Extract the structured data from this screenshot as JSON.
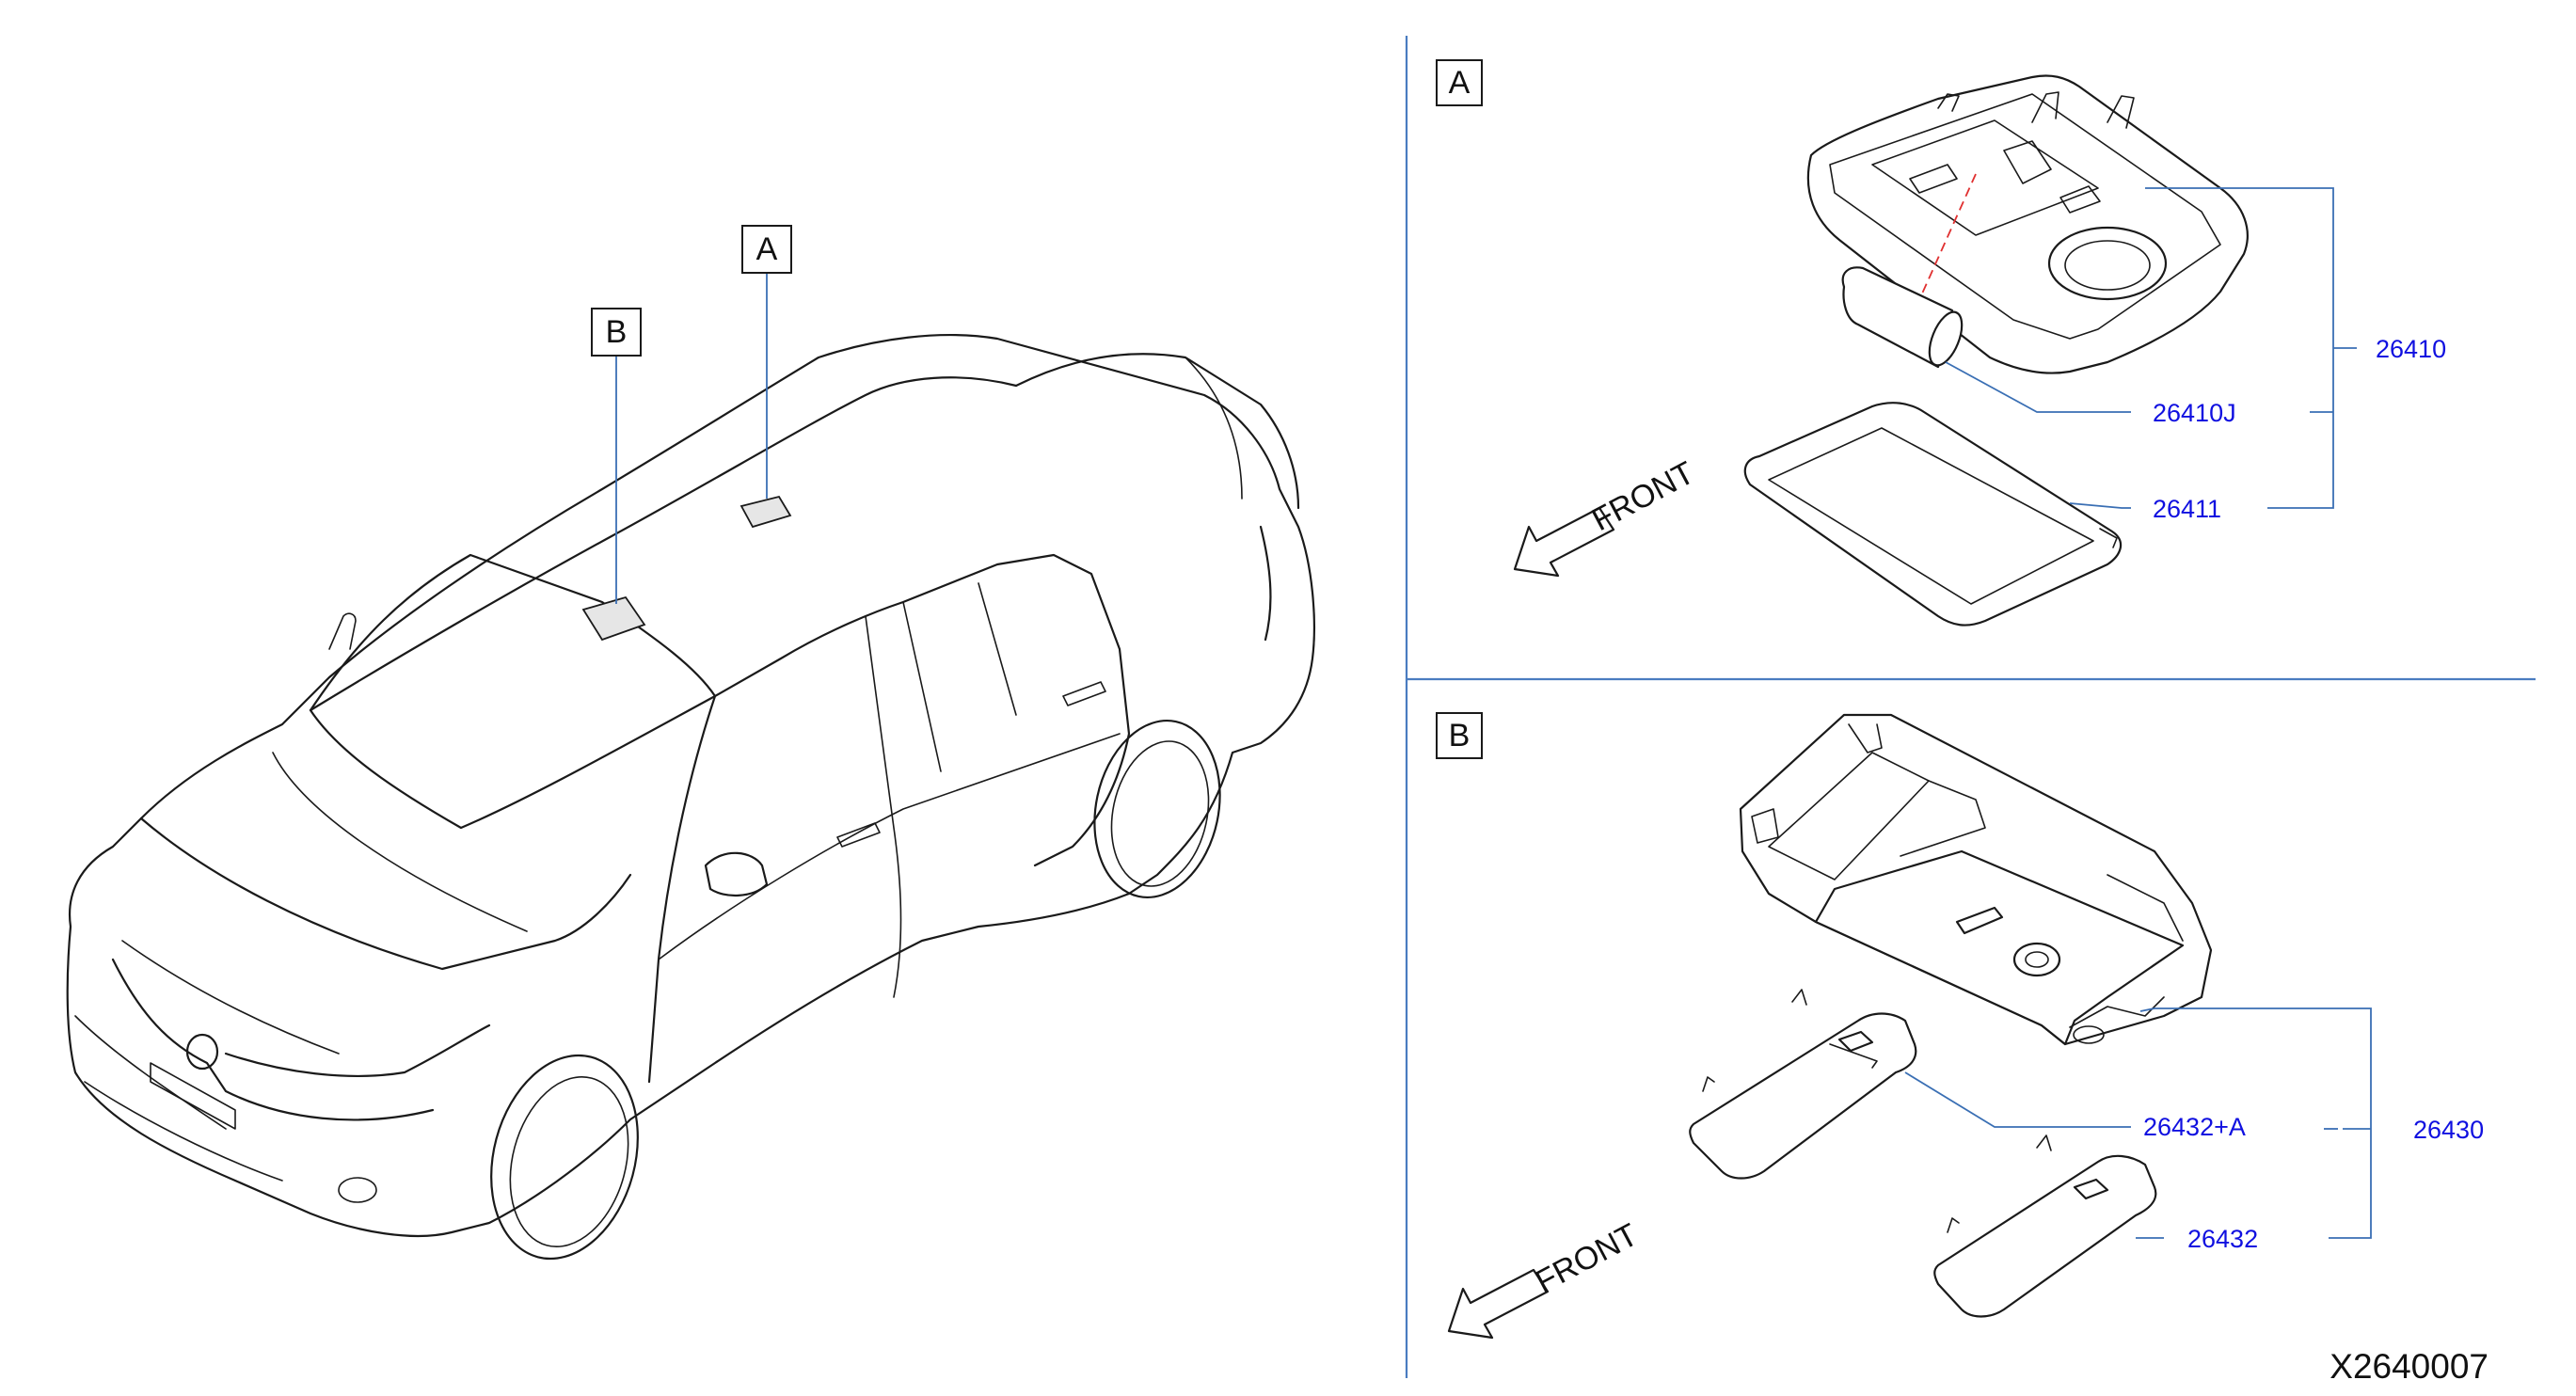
{
  "callouts": {
    "car_a": "A",
    "car_b": "B",
    "panel_a": "A",
    "panel_b": "B"
  },
  "parts": {
    "p26410": "26410",
    "p26410J": "26410J",
    "p26411": "26411",
    "p26430": "26430",
    "p26432A": "26432+A",
    "p26432": "26432"
  },
  "front_labels": {
    "a": "FRONT",
    "b": "FRONT"
  },
  "diagram_code": "X2640007",
  "colors": {
    "part_number": "#1010e0",
    "leader_line": "#3a6fb4",
    "divider": "#4a7cc0",
    "bulb_axis": "#e03030"
  }
}
